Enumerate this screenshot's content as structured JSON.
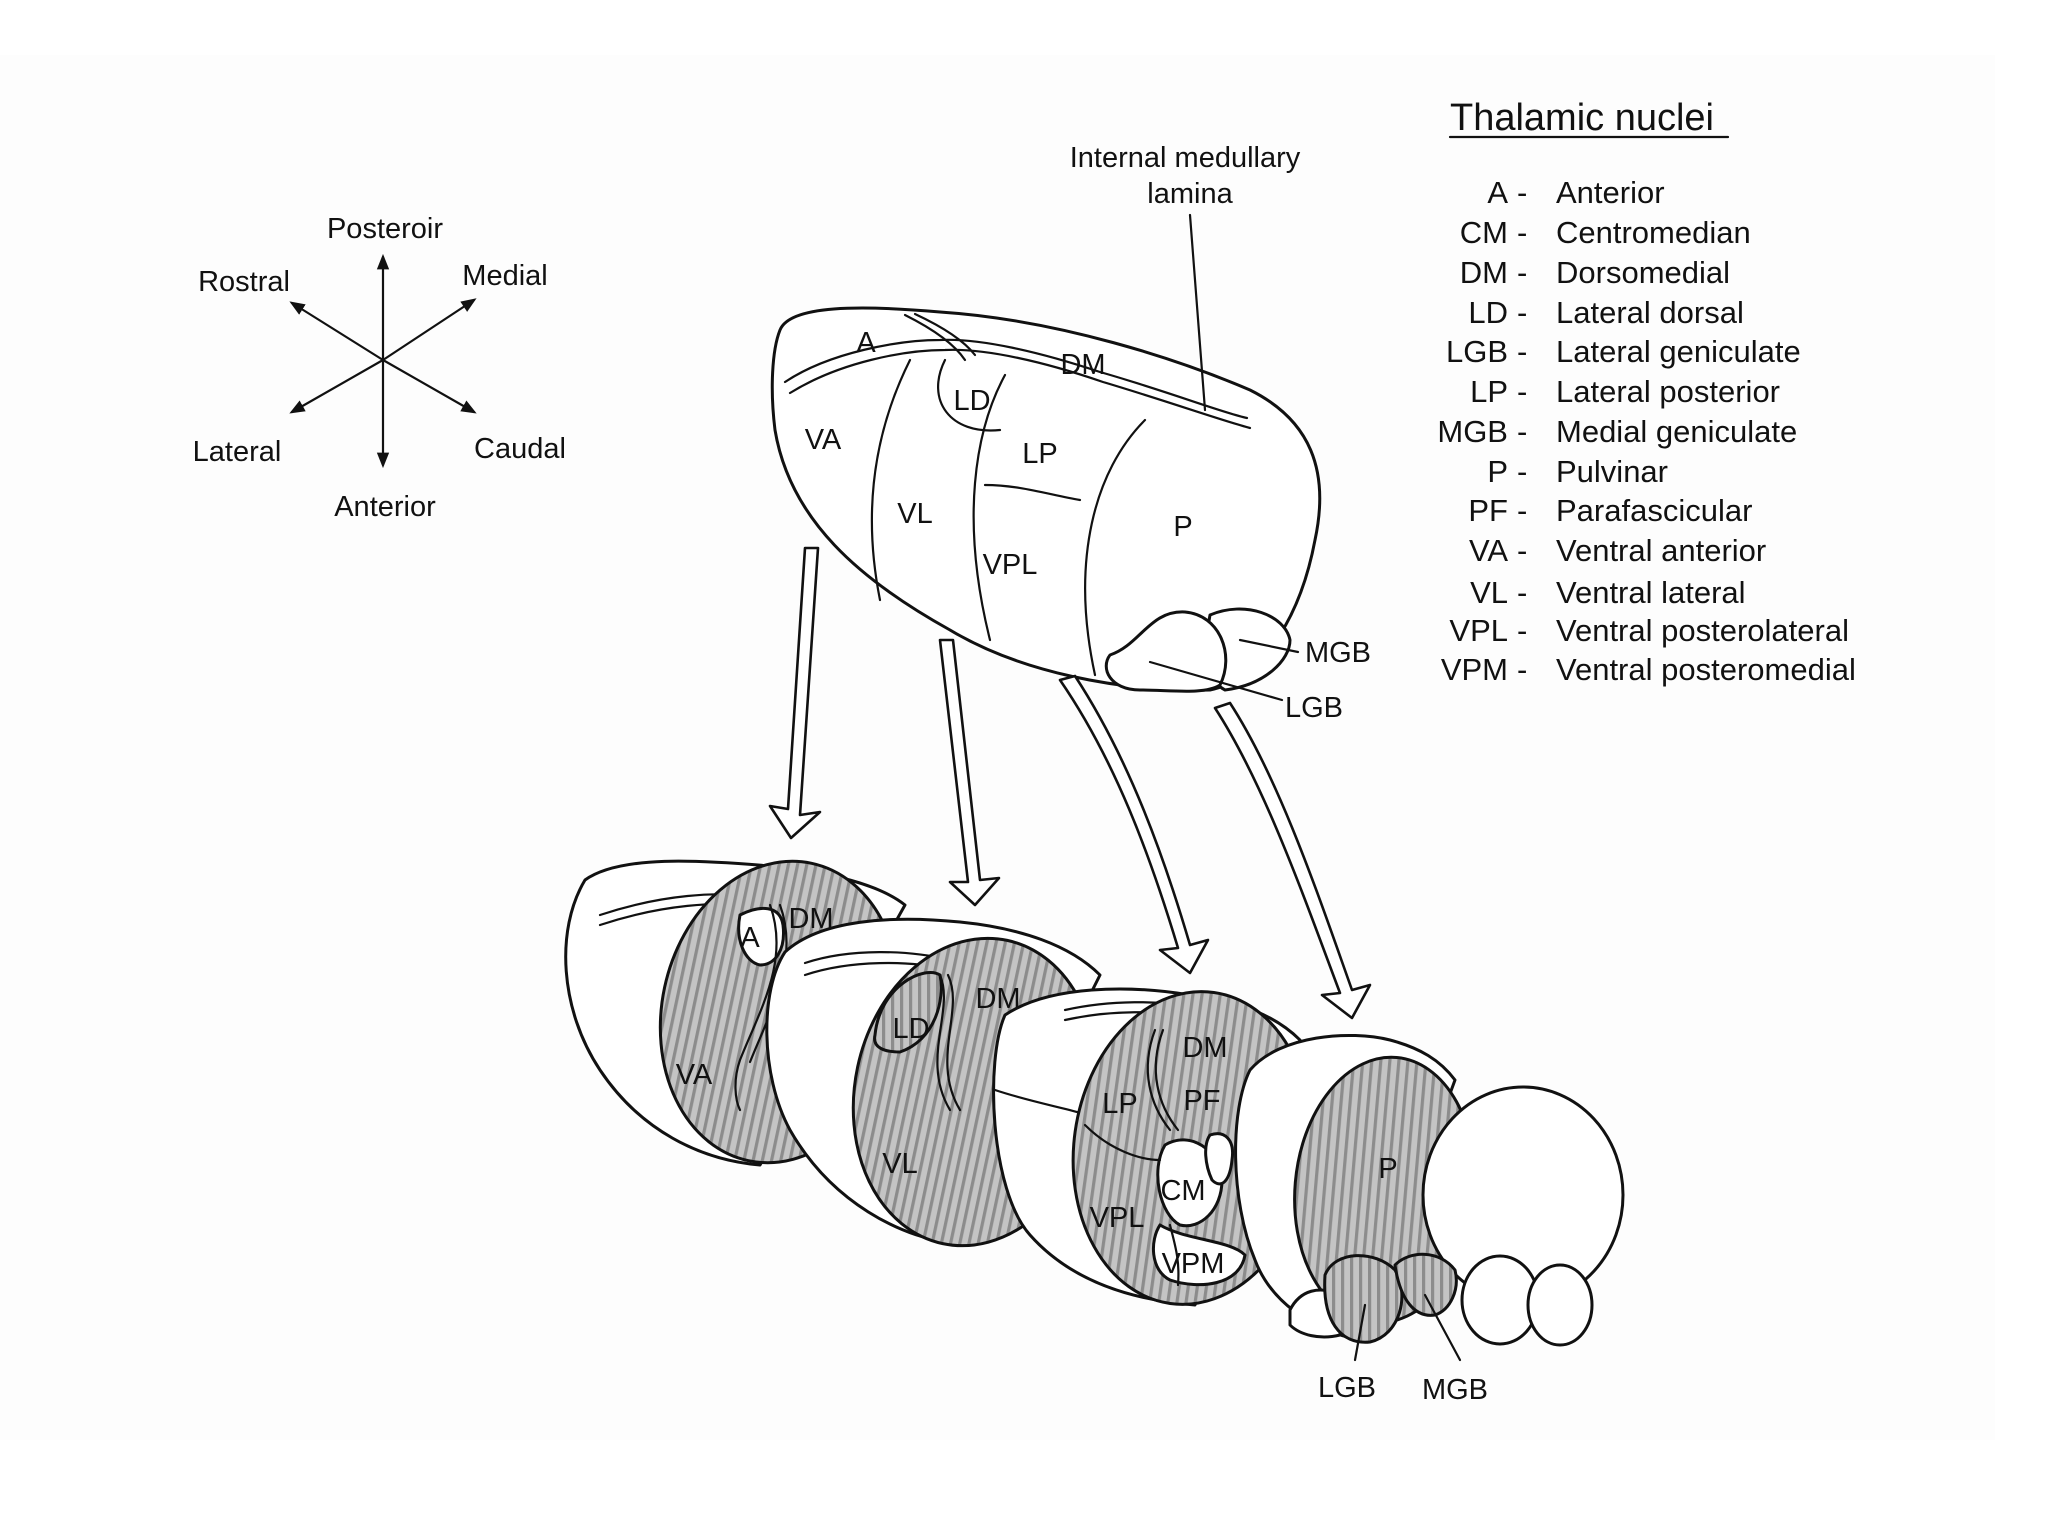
{
  "compass": {
    "up": "Posteroir",
    "down": "Anterior",
    "upper_left": "Rostral",
    "upper_right": "Medial",
    "lower_left": "Lateral",
    "lower_right": "Caudal"
  },
  "lamina_label_line1": "Internal medullary",
  "lamina_label_line2": "lamina",
  "top_model_labels": {
    "A": "A",
    "DM": "DM",
    "LD": "LD",
    "VA": "VA",
    "LP": "LP",
    "VL": "VL",
    "VPL": "VPL",
    "P": "P",
    "MGB": "MGB",
    "LGB": "LGB"
  },
  "slice1_labels": {
    "A": "A",
    "DM": "DM",
    "VA": "VA"
  },
  "slice2_labels": {
    "LD": "LD",
    "DM": "DM",
    "VL": "VL"
  },
  "slice3_labels": {
    "DM": "DM",
    "LP": "LP",
    "PF": "PF",
    "CM": "CM",
    "VPL": "VPL",
    "VPM": "VPM"
  },
  "slice4_labels": {
    "P": "P",
    "LGB": "LGB",
    "MGB": "MGB"
  },
  "legend": {
    "title": "Thalamic nuclei",
    "items": [
      {
        "abbr": "A",
        "name": "Anterior"
      },
      {
        "abbr": "CM",
        "name": "Centromedian"
      },
      {
        "abbr": "DM",
        "name": "Dorsomedial"
      },
      {
        "abbr": "LD",
        "name": "Lateral dorsal"
      },
      {
        "abbr": "LGB",
        "name": "Lateral geniculate"
      },
      {
        "abbr": "LP",
        "name": "Lateral posterior"
      },
      {
        "abbr": "MGB",
        "name": "Medial geniculate"
      },
      {
        "abbr": "P",
        "name": "Pulvinar"
      },
      {
        "abbr": "PF",
        "name": "Parafascicular"
      },
      {
        "abbr": "VA",
        "name": "Ventral anterior"
      },
      {
        "abbr": "VL",
        "name": "Ventral lateral"
      },
      {
        "abbr": "VPL",
        "name": "Ventral posterolateral"
      },
      {
        "abbr": "VPM",
        "name": "Ventral posteromedial"
      }
    ]
  }
}
